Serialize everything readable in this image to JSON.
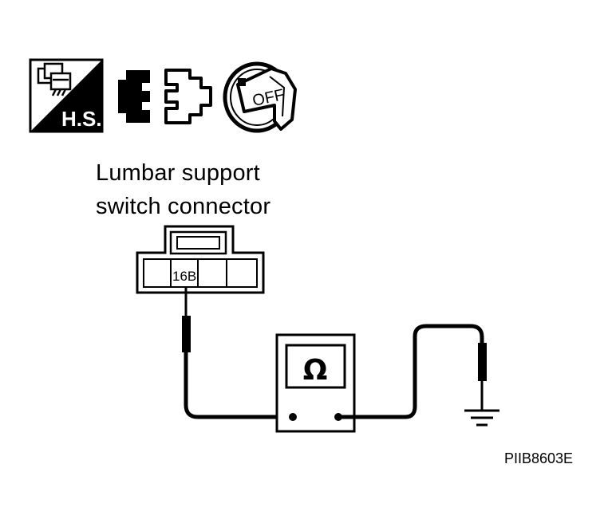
{
  "icons": {
    "harness_symbol": "harness-disconnected-icon",
    "connector_symbol": "connector-disconnect-icon",
    "ignition_symbol": "ignition-key-off-icon",
    "harness_label": "H.S.",
    "ignition_label": "OFF"
  },
  "connector": {
    "caption_line1": "Lumbar support",
    "caption_line2": "switch connector",
    "terminal": "16B"
  },
  "meter": {
    "symbol": "Ω"
  },
  "diagram_code": "PIIB8603E"
}
